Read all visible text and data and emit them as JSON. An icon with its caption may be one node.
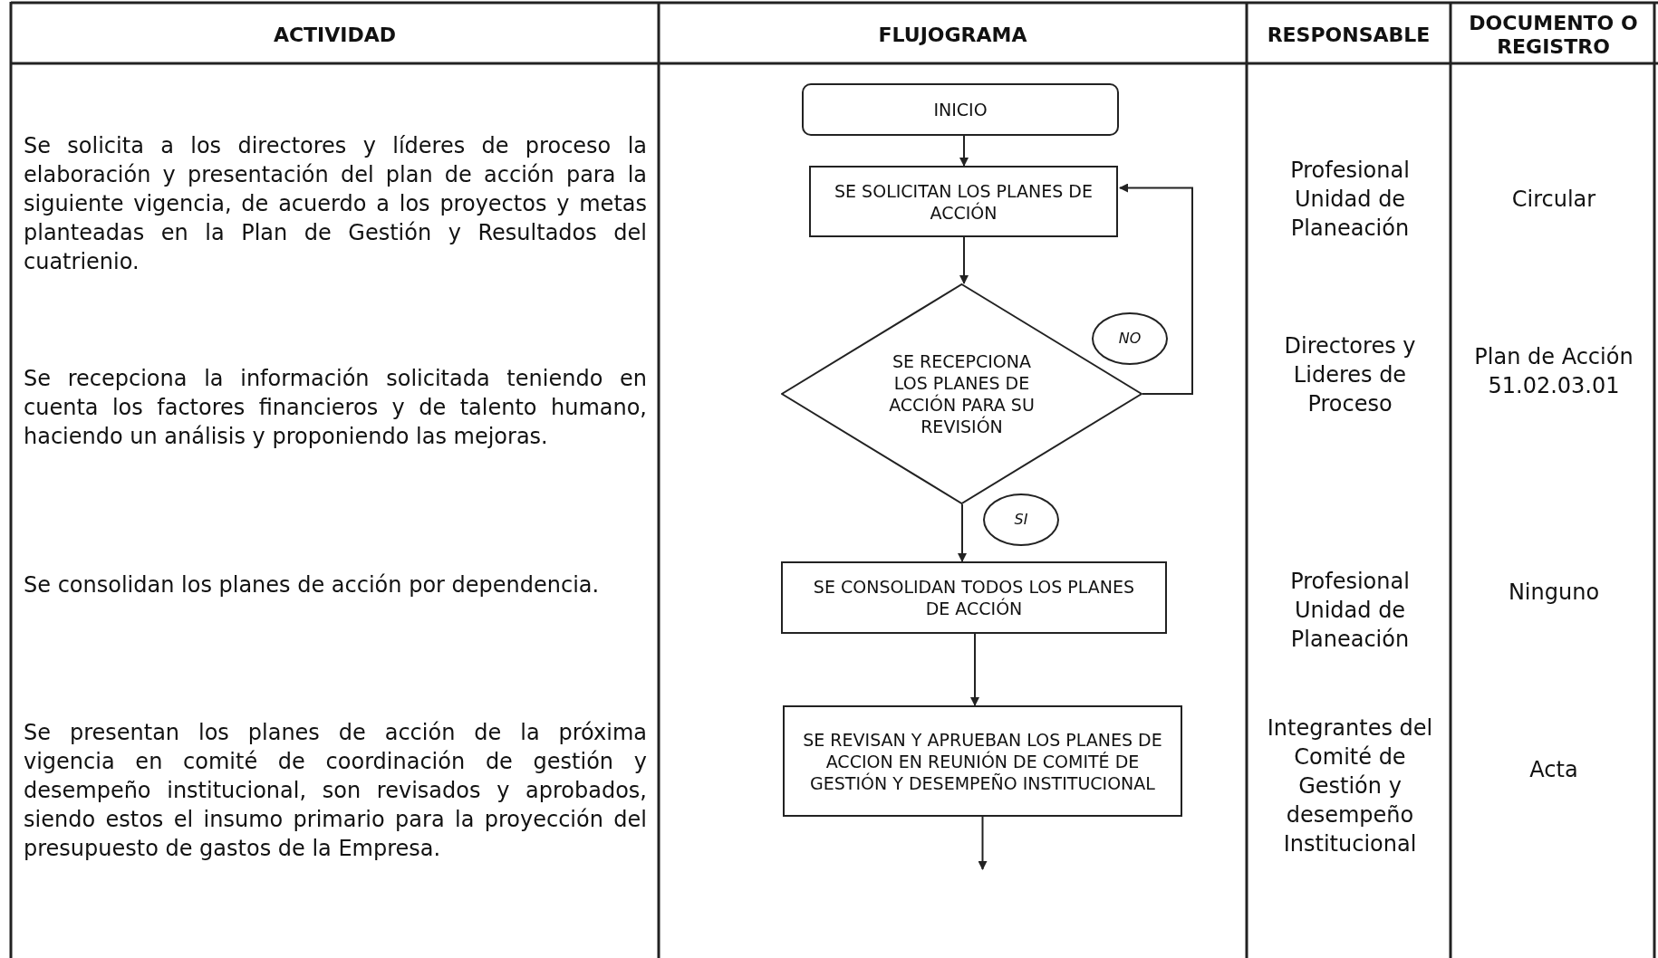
{
  "diagram": {
    "nodes": [
      {
        "text": [
          "INICIO"
        ]
      },
      {
        "text": [
          "SE SOLICITAN LOS PLANES DE ACCIÓN"
        ]
      },
      {
        "text": [
          "SE RECEPCIONA LOS PLANES DE ACCIÓN PARA SU REVISIÓN"
        ]
      },
      {
        "text": [
          "NO"
        ]
      },
      {
        "text": [
          "SI"
        ]
      },
      {
        "text": [
          "SE CONSOLIDAN TODOS LOS PLANES DE ACCIÓN"
        ]
      },
      {
        "text": [
          "SE REVISAN Y APRUEBAN LOS PLANES DE ACCION EN REUNIÓN DE COMITÉ DE GESTIÓN Y DESEMPEÑO INSTITUCIONAL"
        ]
      }
    ],
    "edges": [
      {
        "from": 0,
        "to": 1,
        "arrow": "to"
      },
      {
        "from": 1,
        "to": 2,
        "arrow": "to"
      },
      {
        "from": 2,
        "to": 1,
        "arrow": "to"
      },
      {
        "from": 2,
        "to": 5,
        "arrow": "to"
      },
      {
        "from": 5,
        "to": 6,
        "arrow": "to"
      },
      {
        "from": 6,
        "to": null,
        "arrow": "to"
      }
    ],
    "labels": [
      "ACTIVIDAD",
      "FLUJOGRAMA",
      "RESPONSABLE",
      "DOCUMENTO O REGISTRO",
      "Se solicita a los directores y líderes de proceso la elaboración y presentación del plan de acción para la siguiente vigencia, de acuerdo a los proyectos y metas planteadas en la Plan de Gestión y Resultados del cuatrienio.",
      "Profesional Unidad de Planeación",
      "Circular",
      "Se recepciona la información solicitada teniendo en cuenta los factores financieros y de talento humano, haciendo un análisis y proponiendo las mejoras.",
      "Directores y Lideres de Proceso",
      "Plan de Acción 51.02.03.01",
      "Se consolidan los planes de acción por dependencia.",
      "Profesional Unidad de Planeación",
      "Ninguno",
      "Se presentan los planes de acción de la próxima vigencia en comité de coordinación de gestión y desempeño institucional, son revisados y aprobados, siendo estos el insumo primario para la proyección del presupuesto de gastos de la Empresa.",
      "Integrantes del Comité de Gestión y desempeño Institucional",
      "Acta"
    ]
  }
}
